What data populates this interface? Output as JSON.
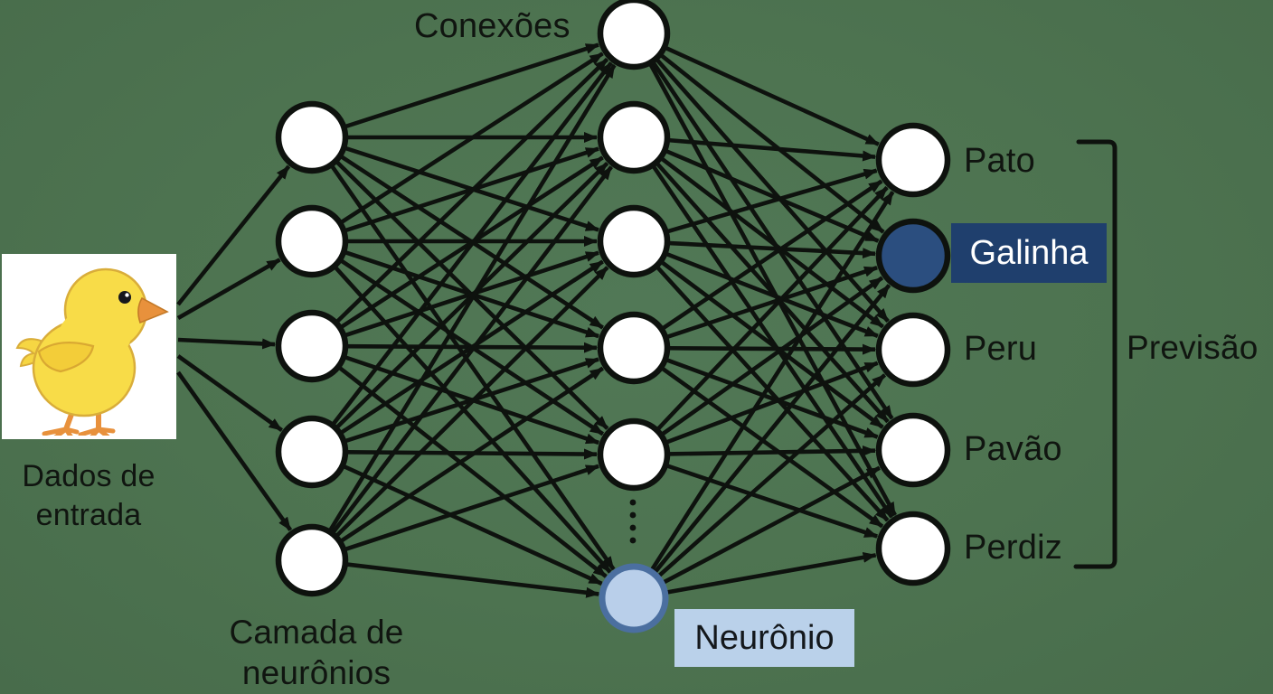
{
  "diagram": {
    "type": "neural-network",
    "background_color": "#4d7350",
    "edge_color": "#0e120e",
    "labels": {
      "connections": "Conexões",
      "input_line1": "Dados de",
      "input_line2": "entrada",
      "layer_line1": "Camada de",
      "layer_line2": "neurônios",
      "neuron": "Neurônio",
      "prediction": "Previsão"
    },
    "input_image": "baby-chick-illustration",
    "outputs": [
      {
        "label": "Pato",
        "highlighted": false
      },
      {
        "label": "Galinha",
        "highlighted": true
      },
      {
        "label": "Peru",
        "highlighted": false
      },
      {
        "label": "Pavão",
        "highlighted": false
      },
      {
        "label": "Perdiz",
        "highlighted": false
      }
    ],
    "structure": {
      "input_nodes": 1,
      "hidden_layer1_nodes": 5,
      "hidden_layer2_nodes_visible": 6,
      "hidden_layer2_has_ellipsis": true,
      "output_nodes": 5
    },
    "colors": {
      "node_fill": "#ffffff",
      "node_stroke": "#0e120e",
      "highlight_output_fill": "#2b4e7f",
      "highlight_label_bg": "#1f3f6d",
      "highlight_label_text": "#ffffff",
      "neuron_fill": "#b9cfea",
      "neuron_stroke": "#4b6fa0",
      "neuron_label_bg": "#bad1ea"
    }
  }
}
